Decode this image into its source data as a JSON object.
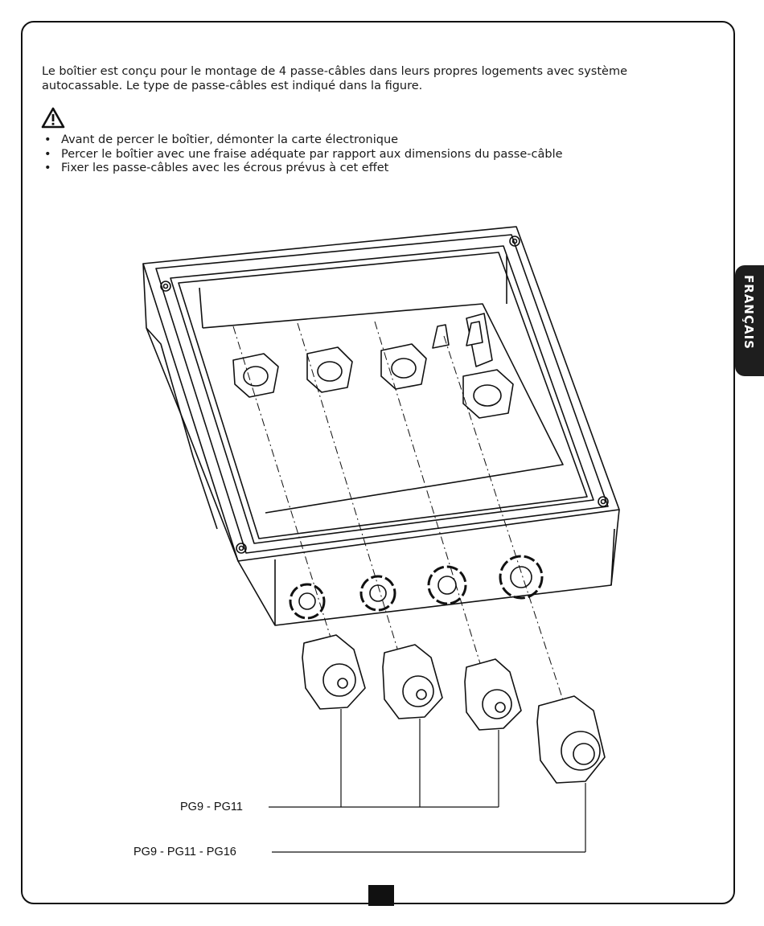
{
  "intro": "Le boîtier est conçu pour le montage de 4 passe-câbles dans leurs propres logements avec système autocassable. Le type de passe-câbles est indiqué dans la figure.",
  "warning_icon": "warning-triangle-icon",
  "bullets": [
    "Avant de percer le boîtier, démonter la carte électronique",
    "Percer le boîtier avec une fraise adéquate par rapport aux dimensions du passe-câble",
    "Fixer les passe-câbles avec les écrous prévus à cet effet"
  ],
  "side_tab": "FRANÇAIS",
  "figure": {
    "label_small": "PG9 - PG11",
    "label_large": "PG9 - PG11 - PG16"
  }
}
